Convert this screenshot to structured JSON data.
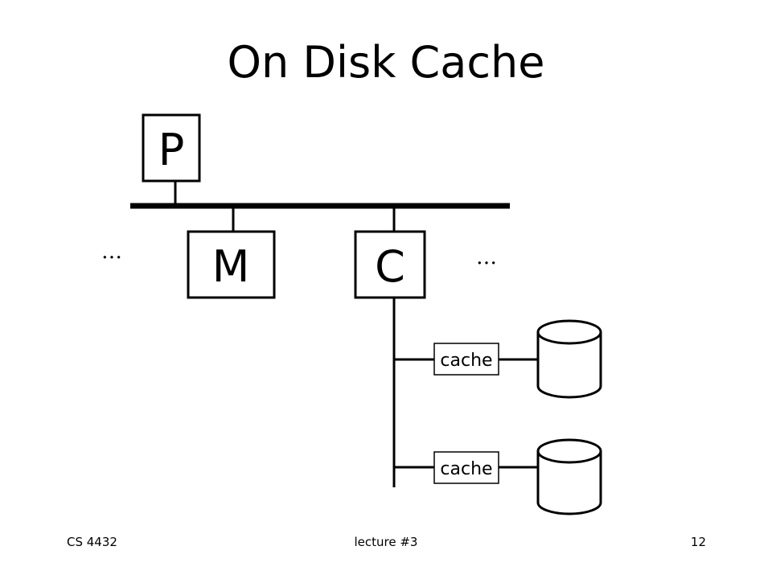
{
  "slide": {
    "title": "On Disk Cache"
  },
  "diagram": {
    "processor_label": "P",
    "memory_label": "M",
    "controller_label": "C",
    "left_ellipsis": "…",
    "right_ellipsis": "…",
    "cache_labels": [
      "cache",
      "cache"
    ]
  },
  "footer": {
    "left": "CS 4432",
    "center": "lecture #3",
    "right": "12"
  }
}
